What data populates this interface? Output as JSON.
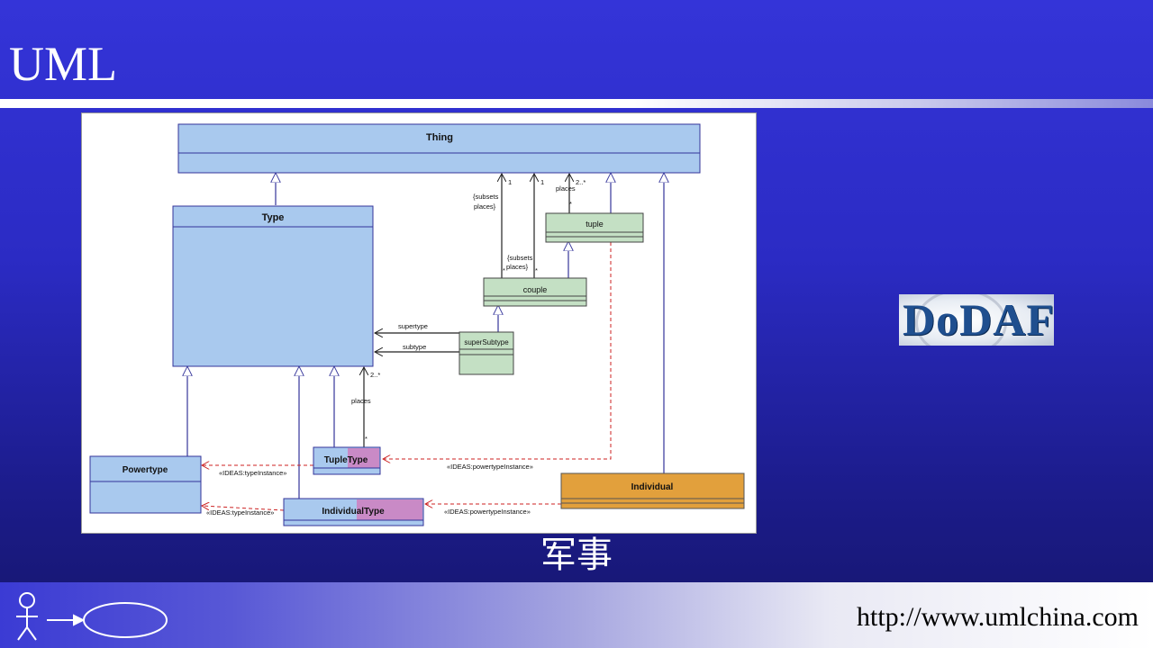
{
  "slide": {
    "title": "UML",
    "caption": "军事",
    "footer_url": "http://www.umlchina.com",
    "logo_text": "DoDAF"
  },
  "diagram": {
    "classes": {
      "thing": "Thing",
      "type": "Type",
      "tuple": "tuple",
      "couple": "couple",
      "super_subtype": "superSubtype",
      "powertype": "Powertype",
      "tuple_type": "TupleType",
      "individual_type": "IndividualType",
      "individual": "Individual"
    },
    "labels": {
      "mult_1a": "1",
      "mult_1b": "1",
      "mult_2n_top": "2..*",
      "places_top": "places",
      "star_tuple": "*",
      "subsets_a_1": "{subsets",
      "subsets_a_2": "places}",
      "star_a": "*",
      "subsets_b_1": "{subsets",
      "subsets_b_2": "places}",
      "star_b": "*",
      "supertype": "supertype",
      "subtype": "subtype",
      "mult_2n_type": "2..*",
      "places_type": "places",
      "star_tupletype": "*",
      "type_instance_1": "«IDEAS:typeInstance»",
      "type_instance_2": "«IDEAS:typeInstance»",
      "powertype_instance_1": "«IDEAS:powertypeInstance»",
      "powertype_instance_2": "«IDEAS:powertypeInstance»"
    }
  },
  "colors": {
    "slide_blue": "#3434d8",
    "class_blue": "#a9c9ee",
    "class_green": "#c4e0c4",
    "class_orange": "#e2a03c",
    "highlight_pink": "#c98ac6",
    "generalization_line": "#34349a",
    "dependency_line": "#cc2222"
  },
  "icons": {
    "footer": "use-case-actor-icon"
  }
}
